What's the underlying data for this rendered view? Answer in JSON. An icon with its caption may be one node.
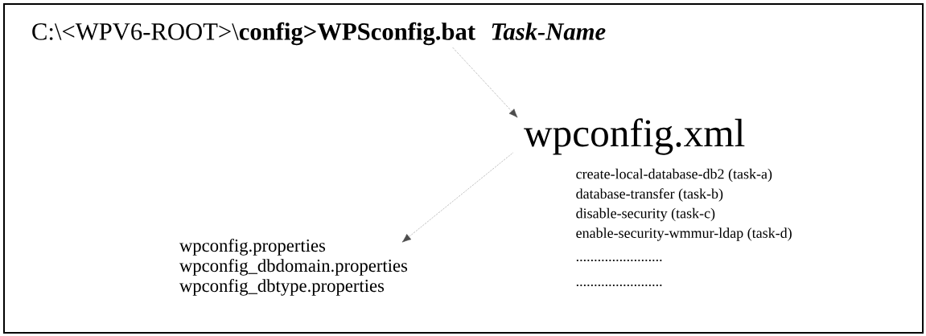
{
  "diagram": {
    "nodes": [
      {
        "text": [
          "C:\\<WPV6-ROOT>\\**config>WPSconfig.bat**",
          "Task-Name"
        ]
      },
      {
        "text": [
          "wpconfig.xml"
        ]
      },
      {
        "text": [
          "wpconfig.properties",
          "wpconfig_dbdomain.properties",
          "wpconfig_dbtype.properties"
        ]
      }
    ],
    "edges": [
      {
        "from": 0,
        "to": 1,
        "arrow": "to"
      },
      {
        "from": 1,
        "to": 2,
        "arrow": "to"
      }
    ],
    "labels": [
      "create-local-database-db2 (task-a)",
      "database-transfer (task-b)",
      "disable-security (task-c)",
      "enable-security-wmmur-ldap (task-d)",
      "........................",
      "........................"
    ]
  }
}
